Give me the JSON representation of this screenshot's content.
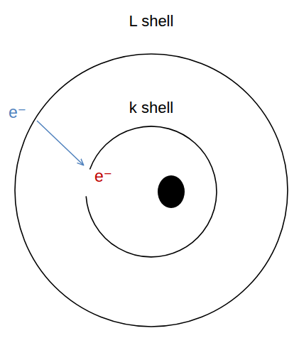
{
  "diagram": {
    "nodes": [
      {
        "text": [
          "L shell"
        ]
      },
      {
        "text": [
          "k shell"
        ],
        "in": 0
      }
    ],
    "labels": [
      "e⁻",
      "e⁻"
    ]
  }
}
